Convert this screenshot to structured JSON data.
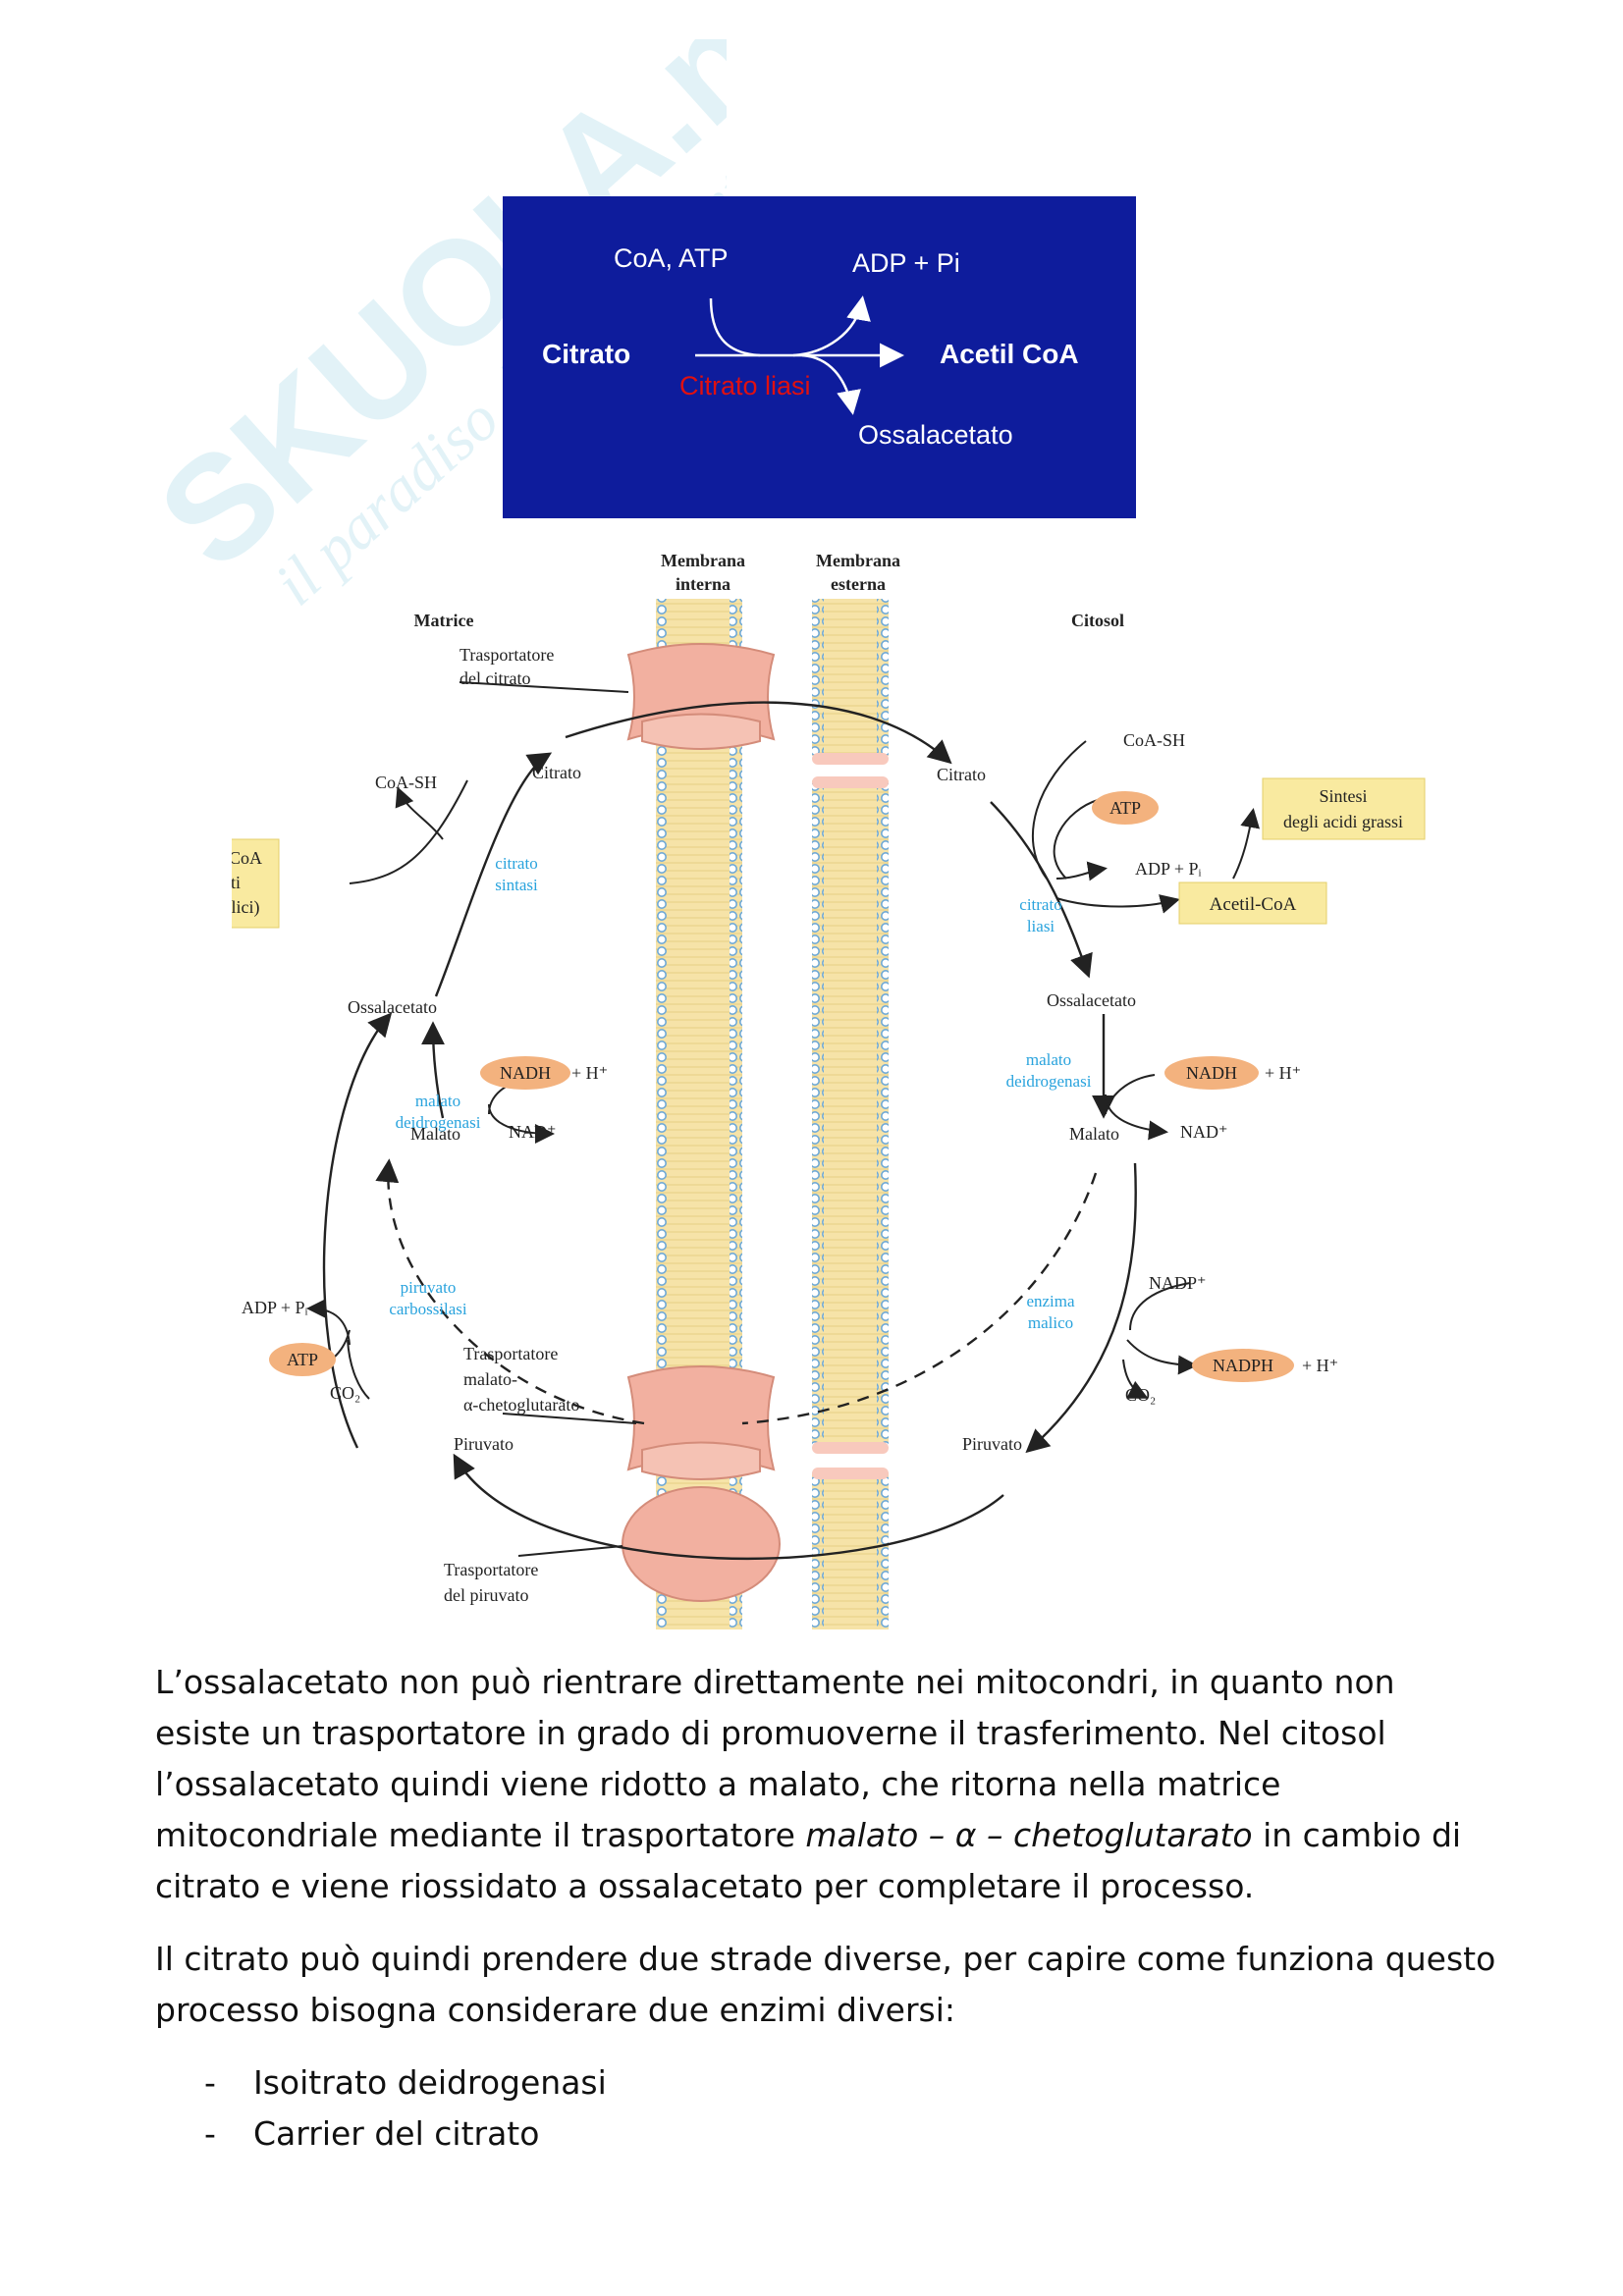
{
  "watermark": {
    "brand": "SKUOLA.net",
    "tagline": "il paradiso dello studente"
  },
  "citrate_lyase_panel": {
    "substrate": "Citrato",
    "product": "Acetil CoA",
    "input": "CoA, ATP",
    "output": "ADP + Pi",
    "enzyme": "Citrato liasi",
    "byproduct": "Ossalacetato",
    "colors": {
      "background": "#0e1c9c",
      "text": "#ffffff",
      "enzyme": "#e01010"
    }
  },
  "shuttle_diagram": {
    "regions": {
      "inner_membrane": [
        "Membrana",
        "interna"
      ],
      "outer_membrane": [
        "Membrana",
        "esterna"
      ],
      "matrix": "Matrice",
      "cytosol": "Citosol"
    },
    "matrix": {
      "citrate_transporter": [
        "Trasportatore",
        "del citrato"
      ],
      "citrato": "Citrato",
      "coash": "CoA-SH",
      "citrato_sintasi": [
        "citrato",
        "sintasi"
      ],
      "acetil_coa_box": [
        "Acetil-CoA",
        "(fonti",
        "molteplici)"
      ],
      "ossalacetato": "Ossalacetato",
      "nadh": "NADH",
      "h_plus": "+ H⁺",
      "malato_deidrogenasi": [
        "malato",
        "deidrogenasi"
      ],
      "nad_plus": "NAD⁺",
      "malato": "Malato",
      "adp_pi": "ADP + Pᵢ",
      "piruvato_carbossilasi": [
        "piruvato",
        "carbossilasi"
      ],
      "atp": "ATP",
      "co2": "CO₂",
      "malate_transporter": [
        "Trasportatore",
        "malato-",
        "α-chetoglutarato"
      ],
      "piruvato": "Piruvato",
      "pyruvate_transporter": [
        "Trasportatore",
        "del piruvato"
      ]
    },
    "cytosol": {
      "citrato": "Citrato",
      "coash": "CoA-SH",
      "atp": "ATP",
      "adp_pi": "ADP + Pᵢ",
      "fatty_acid_box": [
        "Sintesi",
        "degli acidi grassi"
      ],
      "acetil_coa_box": "Acetil-CoA",
      "citrato_liasi": [
        "citrato",
        "liasi"
      ],
      "ossalacetato": "Ossalacetato",
      "nadh": "NADH",
      "h_plus": "+ H⁺",
      "malato_deidrogenasi": [
        "malato",
        "deidrogenasi"
      ],
      "nad_plus": "NAD⁺",
      "malato": "Malato",
      "nadp_plus": "NADP⁺",
      "enzima_malico": [
        "enzima",
        "malico"
      ],
      "nadph": "NADPH",
      "h_plus_2": "+ H⁺",
      "co2": "CO₂",
      "piruvato": "Piruvato"
    },
    "colors": {
      "enzyme_text": "#29a3dd",
      "cofactor_fill": "#f3b27e",
      "note_fill": "#f9eaa0",
      "transporter_fill": "#f2b0a0",
      "membrane_core": "#f6e3a8",
      "membrane_beads": "#9fcbe7"
    }
  },
  "text": {
    "paragraph1_a": "L’ossalacetato non può rientrare direttamente nei mitocondri, in quanto non esiste un trasportatore in grado di promuoverne il trasferimento. Nel citosol l’ossalacetato quindi viene ridotto a malato, che ritorna nella matrice mitocondriale mediante il trasportatore ",
    "paragraph1_italic": "malato – α – chetoglutarato",
    "paragraph1_b": " in cambio di citrato e viene riossidato a ossalacetato per completare il processo.",
    "paragraph2": "Il citrato può quindi prendere due strade diverse, per capire come funziona questo processo bisogna considerare due enzimi diversi:",
    "bullets": [
      "Isoitrato deidrogenasi",
      "Carrier del citrato"
    ]
  }
}
